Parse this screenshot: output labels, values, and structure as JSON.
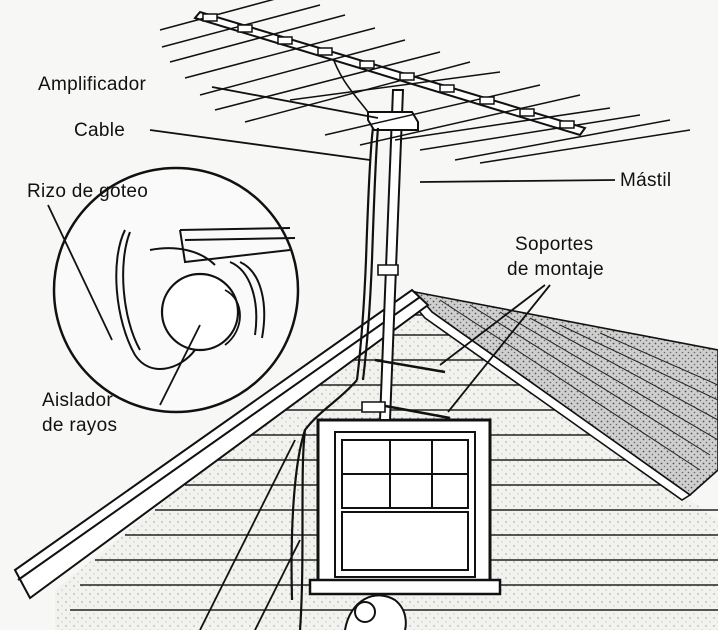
{
  "labels": {
    "amplificador": "Amplificador",
    "cable": "Cable",
    "rizo_de_goteo": "Rizo de goteo",
    "mastil": "Mástil",
    "soportes_line1": "Soportes",
    "soportes_line2": "de montaje",
    "aislador_line1": "Aislador",
    "aislador_line2": "de rayos"
  },
  "colors": {
    "ink": "#111111",
    "paper": "#f7f7f5"
  }
}
